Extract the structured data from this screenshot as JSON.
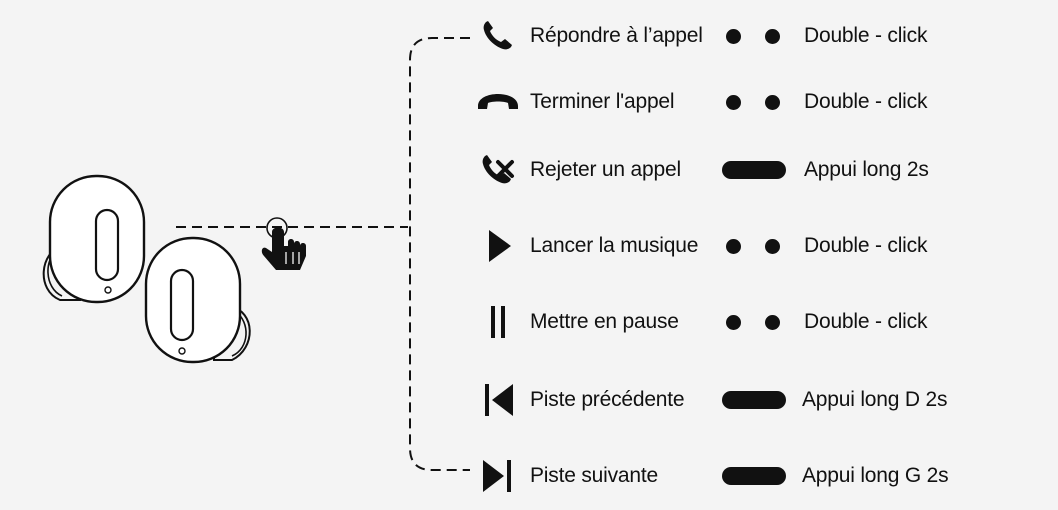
{
  "functions": [
    {
      "icon": "phone-answer-icon",
      "label": "Répondre à l’appel",
      "gesture": "double-dot",
      "action": "Double - click"
    },
    {
      "icon": "phone-hangup-icon",
      "label": "Terminer l'appel",
      "gesture": "double-dot",
      "action": "Double - click"
    },
    {
      "icon": "phone-reject-icon",
      "label": "Rejeter un appel",
      "gesture": "long-bar",
      "action": "Appui long 2s"
    },
    {
      "icon": "play-icon",
      "label": "Lancer la musique",
      "gesture": "double-dot",
      "action": "Double - click"
    },
    {
      "icon": "pause-icon",
      "label": "Mettre en pause",
      "gesture": "double-dot",
      "action": "Double - click"
    },
    {
      "icon": "previous-track-icon",
      "label": "Piste précédente",
      "gesture": "long-bar",
      "action": "Appui long D 2s"
    },
    {
      "icon": "next-track-icon",
      "label": "Piste suivante",
      "gesture": "long-bar",
      "action": "Appui long G 2s"
    }
  ],
  "illustration": {
    "left_earbud": "earbud-icon",
    "right_earbud": "earbud-icon",
    "touch": "touch-hand-icon"
  },
  "colors": {
    "ink": "#111111",
    "background": "#f4f4f4"
  }
}
